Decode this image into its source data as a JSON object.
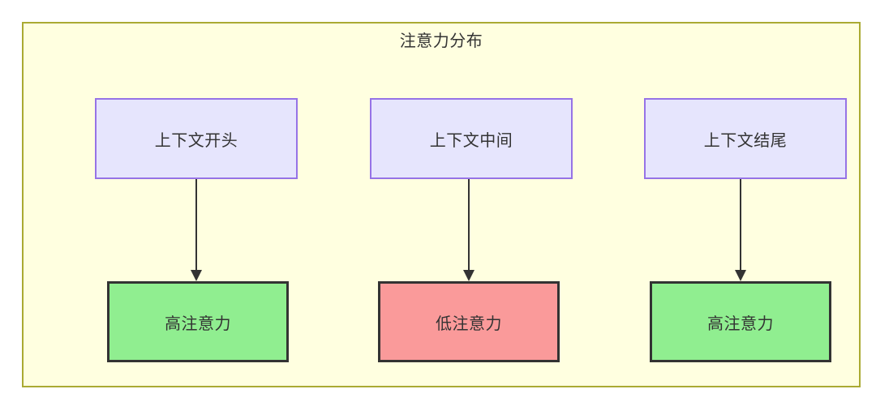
{
  "diagram": {
    "title": "注意力分布",
    "container": {
      "fill": "#ffffe0",
      "border": "#aaaa33"
    },
    "palette": {
      "context_fill": "#e6e5fd",
      "context_border": "#9673e6",
      "high_fill": "#90ee90",
      "low_fill": "#fa9a9a",
      "node_border_dark": "#333333",
      "edge": "#333333",
      "text": "#333333"
    },
    "columns": [
      {
        "id": "start",
        "context_label": "上下文开头",
        "outcome_label": "高注意力",
        "outcome_level": "high"
      },
      {
        "id": "middle",
        "context_label": "上下文中间",
        "outcome_label": "低注意力",
        "outcome_level": "low"
      },
      {
        "id": "end",
        "context_label": "上下文结尾",
        "outcome_label": "高注意力",
        "outcome_level": "high"
      }
    ],
    "edges": [
      {
        "from": "上下文开头",
        "to": "高注意力",
        "arrow": "down-arrow-icon"
      },
      {
        "from": "上下文中间",
        "to": "低注意力",
        "arrow": "down-arrow-icon"
      },
      {
        "from": "上下文结尾",
        "to": "高注意力",
        "arrow": "down-arrow-icon"
      }
    ]
  }
}
